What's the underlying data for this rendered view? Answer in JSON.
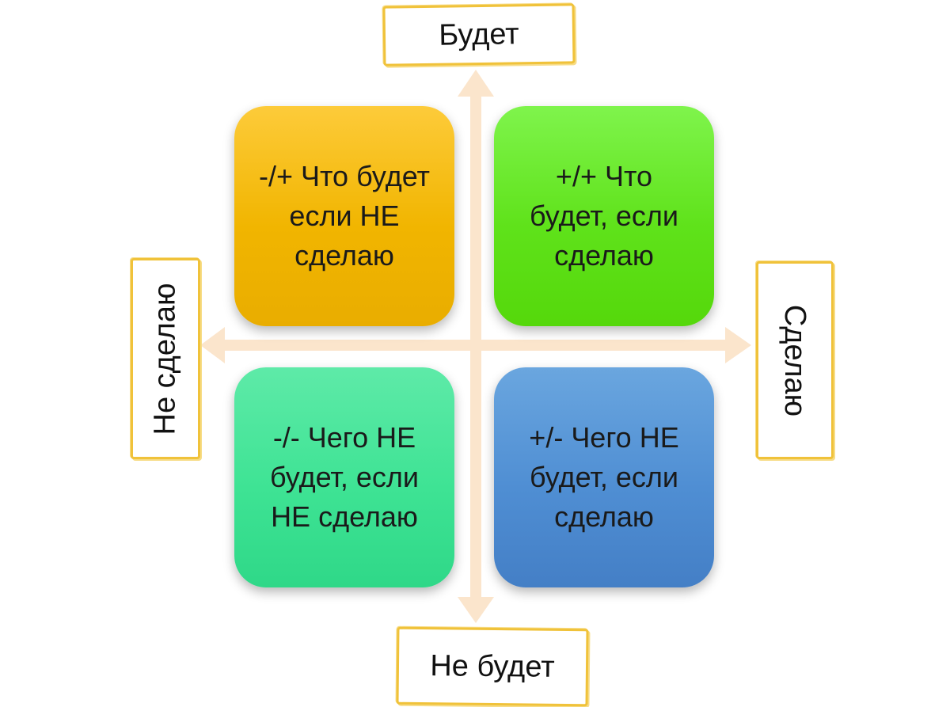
{
  "colors": {
    "arrow": "#fbe5cc",
    "label_border": "#f0c23a",
    "quadrant_top_left": "#f4b810",
    "quadrant_top_right": "#62e11c",
    "quadrant_bottom_left": "#3fe297",
    "quadrant_bottom_right": "#4c8dd2"
  },
  "axis_labels": {
    "top": "Будет",
    "bottom": "Не будет",
    "left": "Не сделаю",
    "right": "Сделаю"
  },
  "quadrants": {
    "top_left": "-/+ Что будет если НЕ сделаю",
    "top_right": "+/+ Что будет, если сделаю",
    "bottom_left": "-/- Чего НЕ будет, если НЕ сделаю",
    "bottom_right": "+/- Чего НЕ будет, если сделаю"
  }
}
